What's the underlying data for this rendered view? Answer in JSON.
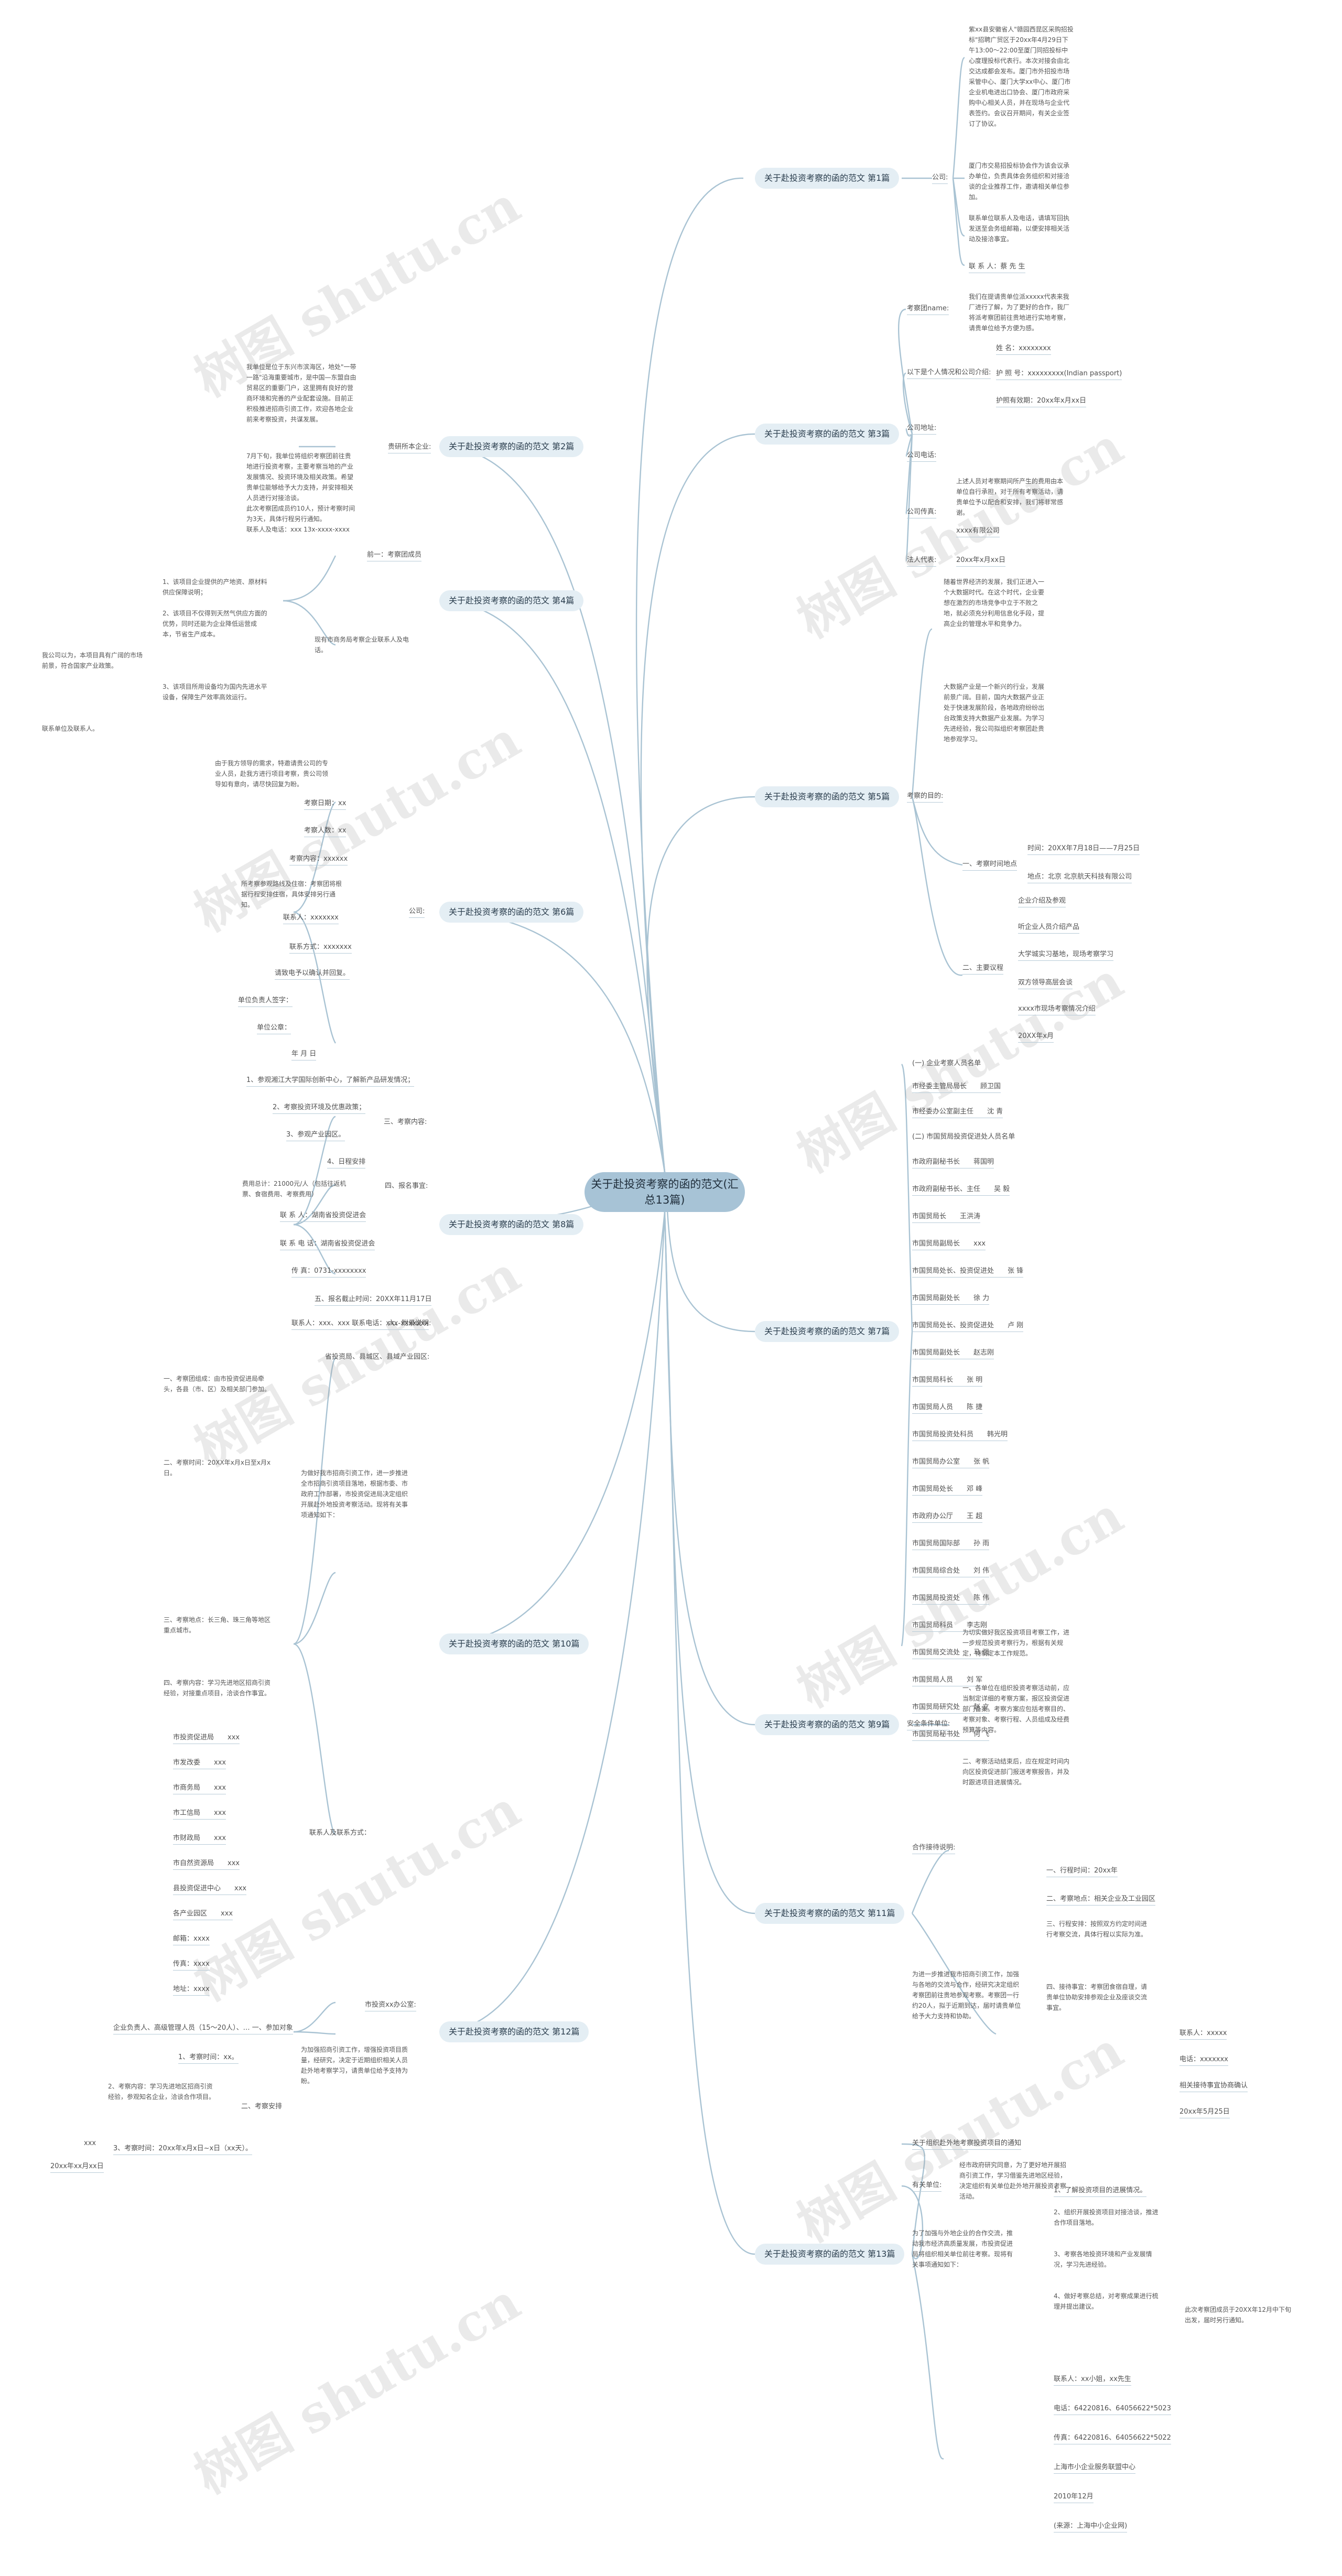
{
  "center": "关于赴投资考察的函的范文(汇总13篇)",
  "branches": [
    "关于赴投资考察的函的范文 第1篇",
    "关于赴投资考察的函的范文 第2篇",
    "关于赴投资考察的函的范文 第3篇",
    "关于赴投资考察的函的范文 第4篇",
    "关于赴投资考察的函的范文 第5篇",
    "关于赴投资考察的函的范文 第6篇",
    "关于赴投资考察的函的范文 第7篇",
    "关于赴投资考察的函的范文 第8篇",
    "关于赴投资考察的函的范文 第9篇",
    "关于赴投资考察的函的范文 第10篇",
    "关于赴投资考察的函的范文 第11篇",
    "关于赴投资考察的函的范文 第12篇",
    "关于赴投资考察的函的范文 第13篇"
  ],
  "b1": {
    "mid": "公司:",
    "blocks": [
      "紫xx县安徽省人\"赣园西昆区采购招投标\"招聘广贸区于20xx年4月29日下午13:00～22:00至厦门同招投标中心度理投标代表行。本次对接会由北交达成都会发布。厦门市外招投市场采管中心、厦门大学xx中心、厦门市企业机电进出口协会、厦门市政府采购中心相关人员，并在现场与企业代表签约。会议召开期间，有关企业签订了协议。",
      "厦门市交易招投标协会作为该会议承办单位，负责具体会务组织和对接洽谈的企业推荐工作，邀请相关单位参加。",
      "联系单位联系人及电话，请填写回执发送至会务组邮箱，以便安排相关活动及接洽事宜。",
      "联 系 人：蔡 先 生"
    ]
  },
  "b2": {
    "mid": "贵研所本企业:",
    "text": [
      "我单位是位于东兴市滨海区，地处\"一带一路\"沿海重要城市，是中国—东盟自由贸易区的重要门户，这里拥有良好的营商环境和完善的产业配套设施。目前正积极推进招商引资工作，欢迎各地企业前来考察投资，共谋发展。",
      "7月下旬，我单位将组织考察团前往贵地进行投资考察，主要考察当地的产业发展情况、投资环境及相关政策。希望贵单位能够给予大力支持，并安排相关人员进行对接洽谈。",
      "此次考察团成员约10人，预计考察时间为3天，具体行程另行通知。",
      "联系人及电话：xxx 13x-xxxx-xxxx"
    ]
  },
  "b3": {
    "k1": "考察团name:",
    "v1": "我们在提请贵单位派xxxxx代表来我厂进行了解，为了更好的合作，我厂将派考察团前往贵地进行实地考察，请贵单位给予方便为感。",
    "k2": "以下是个人情况和公司介绍:",
    "persons": [
      "姓 名：xxxxxxxx",
      "护 照 号：xxxxxxxxx(Indian passport)",
      "护照有效期：20xx年x月xx日"
    ],
    "k3": "公司地址:",
    "k4": "公司电话:",
    "k5": "公司传真:",
    "fax": [
      "上述人员对考察期间所产生的费用由本单位自行承担，对于所有考察活动，请贵单位予以配合和安排，我们将非常感谢。",
      "xxxx有限公司"
    ],
    "k6": "法人代表:",
    "v6": "20xx年x月xx日"
  },
  "b4": {
    "mid": "前一：考察团成员",
    "items": [
      "1、该项目企业提供的产地资、原材料供应保障说明；",
      "2、该项目不仅得到天然气供应方面的优势，同时还能为企业降低运营成本，节省生产成本。",
      "3、该项目所用设备均为国内先进水平设备，保障生产效率高效运行。"
    ],
    "closing": "现有市商务局考察企业联系人及电话。",
    "side": [
      "我公司以为，本项目具有广阔的市场前景，符合国家产业政策。",
      "联系单位及联系人。"
    ]
  },
  "b5": {
    "k": "考察的目的:",
    "blocks": [
      "随着世界经济的发展，我们正进入一个大数据时代。在这个时代，企业要想在激烈的市场竞争中立于不败之地，就必须充分利用信息化手段，提高企业的管理水平和竞争力。",
      "大数据产业是一个新兴的行业，发展前景广阔。目前，国内大数据产业正处于快速发展阶段，各地政府纷纷出台政策支持大数据产业发展。为学习先进经验，我公司拟组织考察团赴贵地参观学习。"
    ],
    "plan": "一、考察时间地点",
    "plan_items": [
      "时间：20XX年7月18日——7月25日",
      "地点：北京 北京航天科技有限公司"
    ],
    "list_head": "二、主要议程",
    "list": [
      "企业介绍及参观",
      "听企业人员介绍产品",
      "大学城实习基地，现场考察学习",
      "双方领导高层会谈",
      "xxxx市现场考察情况介绍",
      "20XX年x月"
    ]
  },
  "b6": {
    "text": "由于我方领导的需求，特邀请贵公司的专业人员，赴我方进行项目考察，贵公司领导如有意向，请尽快回复为盼。",
    "mid": "公司:",
    "fields": [
      "考察日期：xx",
      "考察人数：xx",
      "考察内容：xxxxxx",
      "所考察参观路线及住宿：考察团将根据行程安排住宿，具体安排另行通知。",
      "联系人：xxxxxxx",
      "联系方式：xxxxxxx",
      "请致电予以确认并回复。",
      "单位负责人签字：",
      "单位公章：",
      "年 月 日"
    ]
  },
  "b7": {
    "h1": "(一) 企业考察人员名单",
    "rows1": [
      "市经委主管局局长　　顾卫国",
      "市经委办公室副主任　　沈 青"
    ],
    "h2": "(二) 市国贸局投资促进处人员名单",
    "rows": [
      "市政府副秘书长　　蒋国明",
      "市政府副秘书长、主任　　吴 毅",
      "市国贸局长　　王洪涛",
      "市国贸局副局长　　xxx",
      "市国贸局处长、投资促进处　　张 锋",
      "市国贸局副处长　　徐 力",
      "市国贸局处长、投资促进处　　卢 刚",
      "市国贸局副处长　　赵志刚",
      "市国贸局科长　　张 明",
      "市国贸局人员　　陈 捷",
      "市国贸局投资处科员　　韩光明",
      "市国贸局办公室　　张 帆",
      "市国贸局处长　　邓 峰",
      "市政府办公厅　　王 超",
      "市国贸局国际部　　孙 雨",
      "市国贸局综合处　　刘 伟",
      "市国贸局投资处　　陈 伟",
      "市国贸局科员　　李志刚",
      "市国贸局交流处　　马 强",
      "市国贸局人员　　刘 军",
      "市国贸局研究处　　赵 立",
      "市国贸局秘书处　　何 飞"
    ]
  },
  "b8": {
    "g1_head": "三、考察内容:",
    "g1": [
      "1、参观湘江大学国际创新中心，了解新产品研发情况；",
      "2、考察投资环境及优惠政策；",
      "3、参观产业园区。",
      "4、日程安排"
    ],
    "g2_head": "四、报名事宜:",
    "g2": [
      "费用总计：21000元/人（包括往返机票、食宿费用、考察费用）",
      "联 系 人：湖南省投资促进会",
      "联 系 电 话：湖南省投资促进会",
      "传 真：0731-xxxxxxxx"
    ],
    "g3": [
      "五、报名截止时间：20XX年11月17日",
      "联系人：xxx、xxx 联系电话：xxx-xxxxxxx"
    ],
    "g3_tail": "六、附录说明:"
  },
  "b9": {
    "k": "安全条件单位:",
    "blocks": [
      "为切实做好我区投资项目考察工作，进一步规范投资考察行为，根据有关规定，特制定本工作规范。",
      "一、各单位在组织投资考察活动前，应当制定详细的考察方案，报区投资促进部门备案。考察方案应包括考察目的、考察对象、考察行程、人员组成及经费预算等内容。",
      "二、考察活动结束后，应在规定时间内向区投资促进部门报送考察报告，并及时跟进项目进展情况。"
    ]
  },
  "b10": {
    "top": "省投资局、县城区、县域产业园区:",
    "mid": "为做好我市招商引资工作，进一步推进全市招商引资项目落地，根据市委、市政府工作部署，市投资促进局决定组织开展赴外地投资考察活动。现将有关事项通知如下：",
    "items": [
      "一、考察团组成：由市投资促进局牵头，各县（市、区）及相关部门参加。",
      "二、考察时间：20XX年x月x日至x月x日。",
      "三、考察地点：长三角、珠三角等地区重点城市。",
      "四、考察内容：学习先进地区招商引资经验，对接重点项目，洽谈合作事宜。"
    ],
    "contacts_head": "联系人及联系方式：",
    "contacts": [
      "市投资促进局　　xxx",
      "市发改委　　xxx",
      "市商务局　　xxx",
      "市工信局　　xxx",
      "市财政局　　xxx",
      "市自然资源局　　xxx",
      "县投资促进中心　　xxx",
      "各产业园区　　xxx",
      "邮箱：xxxx",
      "传真：xxxx",
      "地址：xxxx"
    ]
  },
  "b11": {
    "k": "合作接待说明:",
    "text": "为进一步推进我市招商引资工作，加强与各地的交流与合作，经研究决定组织考察团前往贵地参观考察。考察团一行约20人，拟于近期到达，届时请贵单位给予大力支持和协助。",
    "steps": [
      "一、行程时间：20xx年",
      "二、考察地点：相关企业及工业园区",
      "三、行程安排：按照双方约定时间进行考察交流，具体行程以实际为准。",
      "四、接待事宜：考察团食宿自理，请贵单位协助安排参观企业及座谈交流事宜。"
    ],
    "contacts": [
      "联系人：xxxxx",
      "电话：xxxxxxx",
      "相关接待事宜协商确认",
      "20xx年5月25日"
    ]
  },
  "b12": {
    "mid": "市投资xx办公室:",
    "text": "为加强招商引资工作，增强投资项目质量，经研究，决定于近期组织相关人员赴外地考察学习，请贵单位给予支持为盼。",
    "row": "企业负责人、高级管理人员（15～20人）、… 一、参加对象",
    "steps": [
      "1、考察时间：xx。",
      "2、考察内容：学习先进地区招商引资经验，参观知名企业，洽谈合作项目。",
      "3、考察时间：20xx年x月x日~x日（xx天）。"
    ],
    "step_head": "二、考察安排",
    "tail": [
      "xxx",
      "20xx年xx月xx日"
    ]
  },
  "b13": {
    "k1": "关于组织赴外地考察投资项目的通知",
    "k2": "有关单位:",
    "text": [
      "经市政府研究同意，为了更好地开展招商引资工作，学习借鉴先进地区经验，决定组织有关单位赴外地开展投资考察活动。",
      "为了加强与外地企业的合作交流，推动我市经济高质量发展，市投资促进局将组织相关单位前往考察。现将有关事项通知如下："
    ],
    "items": [
      "1、了解投资项目的进展情况。",
      "2、组织开展投资项目对接洽谈，推进合作项目落地。",
      "3、考察各地投资环境和产业发展情况，学习先进经验。",
      "4、做好考察总结，对考察成果进行梳理并提出建议。"
    ],
    "side": "此次考察团成员于20XX年12月中下旬出发，届时另行通知。",
    "contacts": [
      "联系人：xx小姐，xx先生",
      "电话：64220816、64056622*5023",
      "传真：64220816、64056622*5022",
      "上海市小企业服务联盟中心",
      "2010年12月",
      "(来源：上海中小企业网)"
    ]
  }
}
